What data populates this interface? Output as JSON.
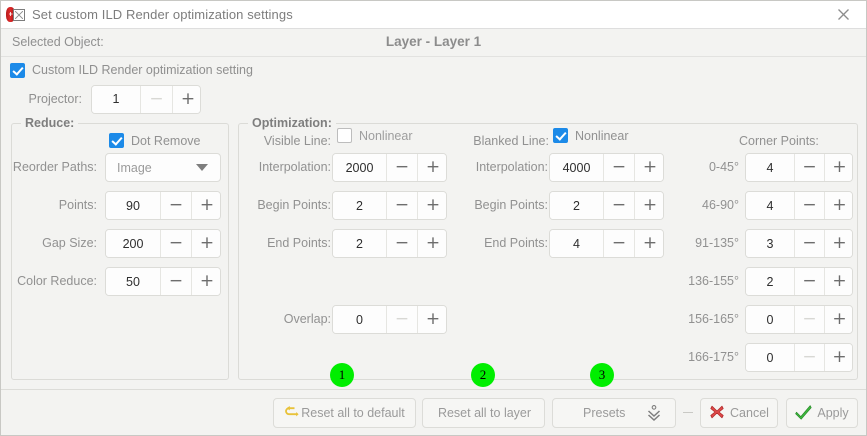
{
  "window": {
    "title": "Set custom ILD Render optimization settings",
    "icon": "laser-projector-icon",
    "close_icon": "close-icon"
  },
  "selected": {
    "label": "Selected Object:",
    "value": "Layer - Layer 1"
  },
  "custom_setting": {
    "label": "Custom ILD Render optimization setting",
    "checked": true
  },
  "projector": {
    "label": "Projector:",
    "value": "1",
    "minus_enabled": false,
    "plus_enabled": true
  },
  "reduce": {
    "title": "Reduce:",
    "dot_remove": {
      "label": "Dot Remove",
      "checked": true
    },
    "reorder_paths": {
      "label": "Reorder Paths:",
      "value": "Image"
    },
    "fields": [
      {
        "label": "Points:",
        "value": "90",
        "minus_enabled": true,
        "plus_enabled": true
      },
      {
        "label": "Gap Size:",
        "value": "200",
        "minus_enabled": true,
        "plus_enabled": true
      },
      {
        "label": "Color Reduce:",
        "value": "50",
        "minus_enabled": true,
        "plus_enabled": true
      }
    ]
  },
  "optimization": {
    "title": "Optimization:",
    "visible_line": {
      "label": "Visible Line:",
      "nonlinear_label": "Nonlinear",
      "checked": false
    },
    "blanked_line": {
      "label": "Blanked Line:",
      "nonlinear_label": "Nonlinear",
      "checked": true
    },
    "visible_fields": [
      {
        "label": "Interpolation:",
        "value": "2000",
        "minus_enabled": true,
        "plus_enabled": true
      },
      {
        "label": "Begin Points:",
        "value": "2",
        "minus_enabled": true,
        "plus_enabled": true
      },
      {
        "label": "End Points:",
        "value": "2",
        "minus_enabled": true,
        "plus_enabled": true
      }
    ],
    "blanked_fields": [
      {
        "label": "Interpolation:",
        "value": "4000",
        "minus_enabled": true,
        "plus_enabled": true
      },
      {
        "label": "Begin Points:",
        "value": "2",
        "minus_enabled": true,
        "plus_enabled": true
      },
      {
        "label": "End Points:",
        "value": "4",
        "minus_enabled": true,
        "plus_enabled": true
      }
    ],
    "overlap": {
      "label": "Overlap:",
      "value": "0",
      "minus_enabled": false,
      "plus_enabled": true
    },
    "corner_points": {
      "header": "Corner Points:",
      "rows": [
        {
          "label": "0-45°",
          "value": "4",
          "minus_enabled": true,
          "plus_enabled": true
        },
        {
          "label": "46-90°",
          "value": "4",
          "minus_enabled": true,
          "plus_enabled": true
        },
        {
          "label": "91-135°",
          "value": "3",
          "minus_enabled": true,
          "plus_enabled": true
        },
        {
          "label": "136-155°",
          "value": "2",
          "minus_enabled": true,
          "plus_enabled": true
        },
        {
          "label": "156-165°",
          "value": "0",
          "minus_enabled": false,
          "plus_enabled": true
        },
        {
          "label": "166-175°",
          "value": "0",
          "minus_enabled": false,
          "plus_enabled": true
        }
      ]
    }
  },
  "footer": {
    "reset_default": "Reset all to default",
    "reset_layer": "Reset all to layer",
    "presets": "Presets",
    "cancel": "Cancel",
    "apply": "Apply"
  },
  "markers": [
    {
      "text": "1"
    },
    {
      "text": "2"
    },
    {
      "text": "3"
    }
  ],
  "colors": {
    "accent_checkbox": "#1c8ae8",
    "marker_green": "#00ee00",
    "cancel_red": "#e04b4b",
    "apply_green": "#3dba3d",
    "reset_icon_gold": "#e8c23a"
  }
}
